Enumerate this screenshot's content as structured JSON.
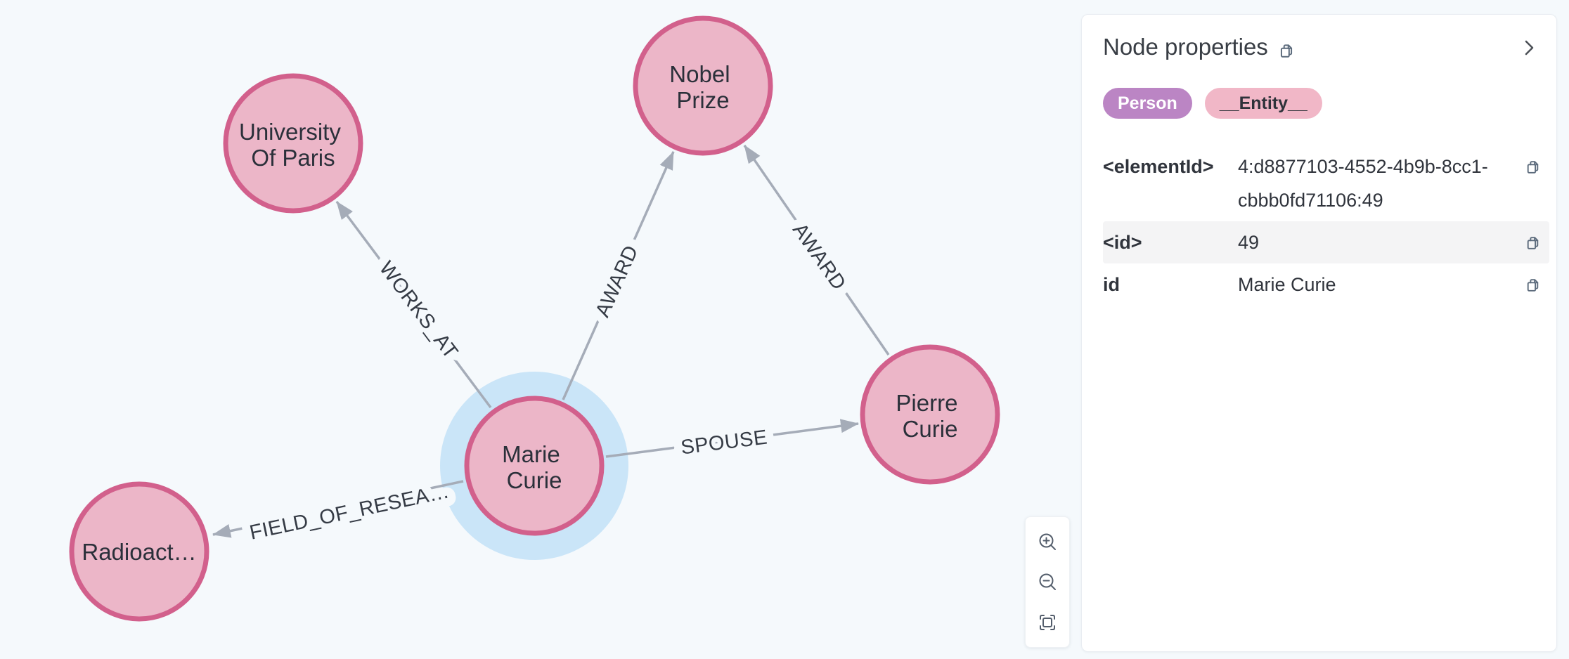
{
  "graph": {
    "nodes": [
      {
        "name": "University Of Paris",
        "line1": "University",
        "line2": "Of Paris"
      },
      {
        "name": "Nobel Prize",
        "line1": "Nobel",
        "line2": "Prize"
      },
      {
        "name": "Marie Curie",
        "line1": "Marie",
        "line2": "Curie",
        "selected": true
      },
      {
        "name": "Pierre Curie",
        "line1": "Pierre",
        "line2": "Curie"
      },
      {
        "name": "Radioactivity",
        "line1": "Radioact…"
      }
    ],
    "relationships": [
      {
        "type": "WORKS_AT",
        "from": "Marie Curie",
        "to": "University Of Paris"
      },
      {
        "type": "AWARD",
        "from": "Marie Curie",
        "to": "Nobel Prize"
      },
      {
        "type": "AWARD",
        "from": "Pierre Curie",
        "to": "Nobel Prize"
      },
      {
        "type": "SPOUSE",
        "from": "Marie Curie",
        "to": "Pierre Curie"
      },
      {
        "type": "FIELD_OF_RESEA…",
        "from": "Marie Curie",
        "to": "Radioactivity"
      }
    ],
    "colors": {
      "canvas": "#f5f9fc",
      "node_fill": "#ecb6c8",
      "node_border": "#d2608c",
      "selected_halo": "#cae5f8",
      "edge": "#a5acb8",
      "node_text": "#2b303a",
      "edge_text": "#353b45"
    }
  },
  "toolbar": {
    "zoom_in_icon": "zoom-in-icon",
    "zoom_out_icon": "zoom-out-icon",
    "fit_icon": "fit-to-screen-icon"
  },
  "panel": {
    "title": "Node properties",
    "title_copy_icon": "copy-icon",
    "collapse_icon": "chevron-right-icon",
    "node_labels": [
      {
        "text": "Person",
        "bg": "#bb85c4",
        "text_color": "#ffffff"
      },
      {
        "text": "__Entity__",
        "bg": "#f1b7c7",
        "text_color": "#2e323a"
      }
    ],
    "properties": [
      {
        "key": "<elementId>",
        "value": "4:d8877103-4552-4b9b-8cc1-cbbb0fd71106:49"
      },
      {
        "key": "<id>",
        "value": "49"
      },
      {
        "key": "id",
        "value": "Marie Curie"
      }
    ]
  }
}
